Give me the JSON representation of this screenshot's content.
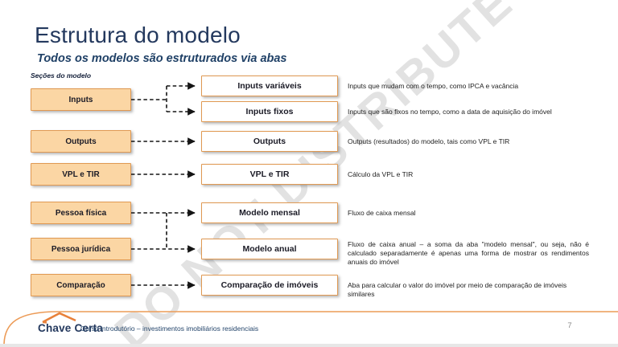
{
  "slide": {
    "title": "Estrutura do modelo",
    "subtitle": "Todos os modelos são estruturados via abas",
    "diagram_label": "Seções do modelo",
    "page_number": "7"
  },
  "watermark": {
    "text": "DO NOT DISTRIBUTE"
  },
  "colors": {
    "accent_orange": "#E09952",
    "box_fill": "#FBD6A4",
    "navy_title": "#24395E",
    "footer_line": "#EC9B57",
    "arrow_black": "#141414"
  },
  "diagram": {
    "sections": [
      "Inputs",
      "Outputs",
      "VPL e TIR",
      "Pessoa física",
      "Pessoa jurídica",
      "Comparação"
    ],
    "tabs": [
      {
        "label": "Inputs variáveis",
        "description": "Inputs que mudam com o tempo, como IPCA e vacância"
      },
      {
        "label": "Inputs fixos",
        "description": "Inputs que são fixos no tempo, como a data de aquisição do imóvel"
      },
      {
        "label": "Outputs",
        "description": "Outputs (resultados) do modelo, tais como VPL e TIR"
      },
      {
        "label": "VPL e TIR",
        "description": "Cálculo da VPL e TIR"
      },
      {
        "label": "Modelo mensal",
        "description": "Fluxo de caixa mensal"
      },
      {
        "label": "Modelo anual",
        "description": "Fluxo de caixa anual – a soma da aba \"modelo mensal\", ou seja, não é calculado separadamente é apenas uma forma de mostrar os rendimentos anuais do imóvel"
      },
      {
        "label": "Comparação de imóveis",
        "description": "Aba para calcular o valor do imóvel por meio de comparação de imóveis similares"
      }
    ]
  },
  "footer": {
    "brand": "Chave Certa",
    "course": "Curso introdutório – investimentos imobiliários residenciais"
  }
}
